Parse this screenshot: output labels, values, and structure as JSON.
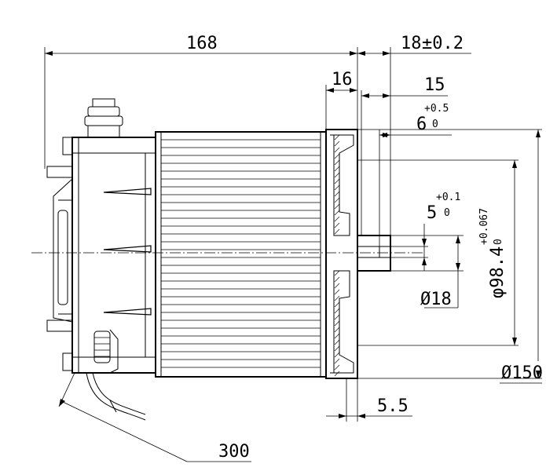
{
  "dimensions": {
    "overall_length": "168",
    "front_offset": "18",
    "front_offset_tol": "±0.2",
    "shaft_step": "16",
    "shaft_length": "15",
    "key_position": "6",
    "key_position_tol_upper": "+0.5",
    "key_position_tol_lower": "0",
    "key_width": "5",
    "key_width_tol_upper": "+0.1",
    "key_width_tol_lower": "0",
    "spigot_diameter": "φ98.4",
    "spigot_tol_upper": "+0.067",
    "spigot_tol_lower": "0",
    "shaft_diameter": "Ø18",
    "body_diameter": "Ø150",
    "flange_thickness": "5.5",
    "cable_length": "300"
  }
}
